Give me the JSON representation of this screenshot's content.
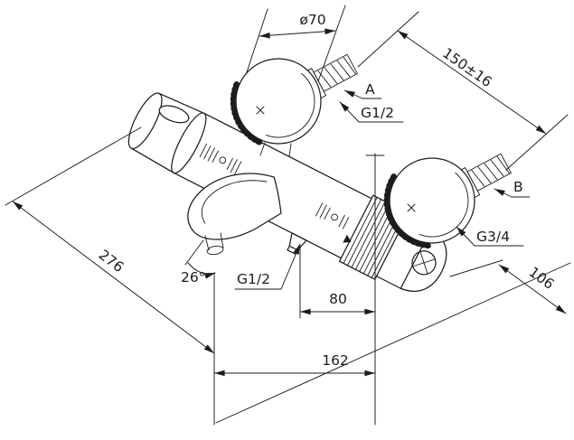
{
  "drawing": {
    "background": "#ffffff",
    "ink": "#1c1c1c",
    "labels": {
      "flange_diameter": "ø70",
      "center_distance": "150±16",
      "connection_a": "A",
      "connection_a_thread": "G1/2",
      "connection_b": "B",
      "union_nut_thread": "G3/4",
      "depth_right": "106",
      "overall_length": "276",
      "spout_angle": "26°",
      "spout_outlet_thread": "G1/2",
      "outlet_offset": "80",
      "spout_projection": "162"
    }
  }
}
